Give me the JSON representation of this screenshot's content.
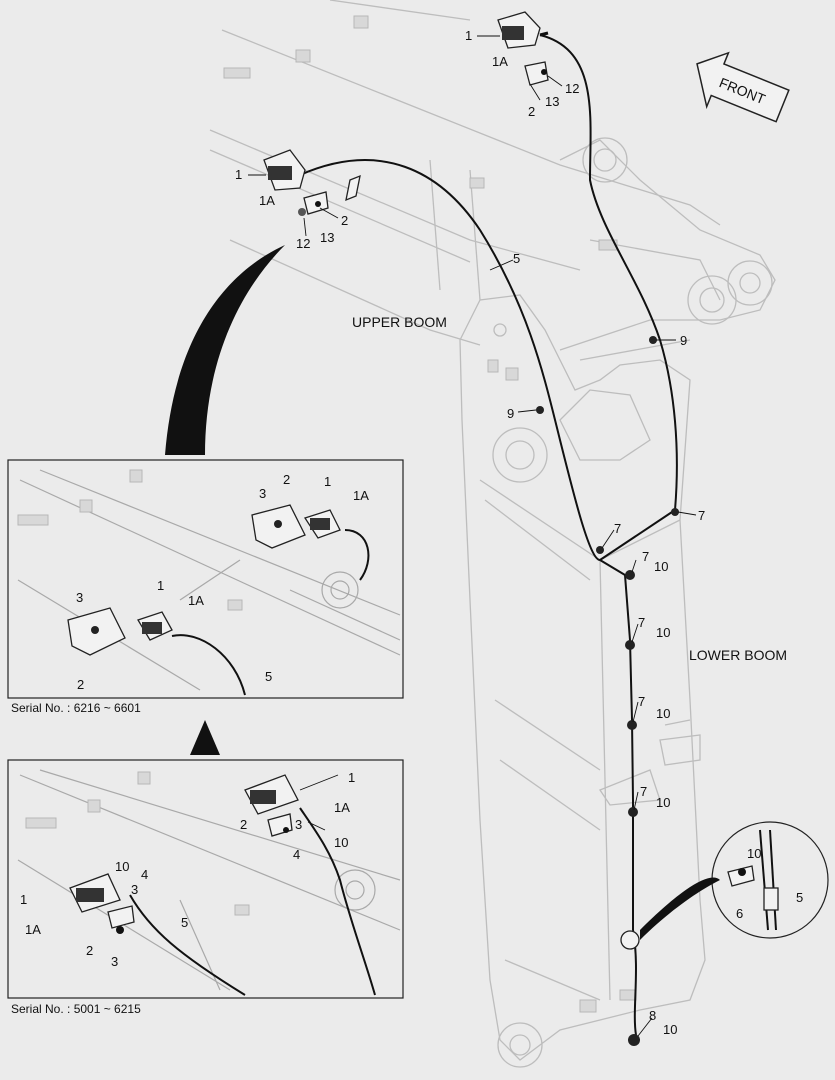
{
  "labels": {
    "upper_boom": "UPPER BOOM",
    "lower_boom": "LOWER BOOM",
    "front": "FRONT"
  },
  "callouts": {
    "n1": "1",
    "n1a": "1A",
    "n2": "2",
    "n3": "3",
    "n4": "4",
    "n5": "5",
    "n6": "6",
    "n7": "7",
    "n8": "8",
    "n9": "9",
    "n10": "10",
    "n12": "12",
    "n13": "13"
  },
  "insets": {
    "upper_serial": "Serial No. : 6216 ~ 6601",
    "lower_serial": "Serial No. : 5001 ~ 6215"
  }
}
